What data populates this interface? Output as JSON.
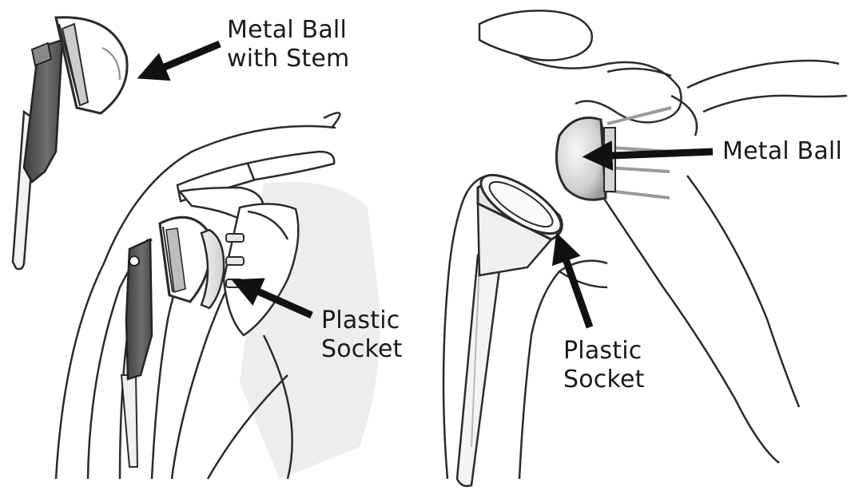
{
  "labels": {
    "left_ball": {
      "line1": "Metal Ball",
      "line2": "with Stem"
    },
    "left_socket": {
      "line1": "Plastic",
      "line2": "Socket"
    },
    "right_ball": {
      "line1": "Metal Ball"
    },
    "right_socket": {
      "line1": "Plastic",
      "line2": "Socket"
    }
  },
  "colors": {
    "outline": "#2b2b2b",
    "metal_dark": "#5e5e5e",
    "metal_light": "#e6e6e6",
    "shade": "#ededed",
    "arrow": "#111111"
  }
}
